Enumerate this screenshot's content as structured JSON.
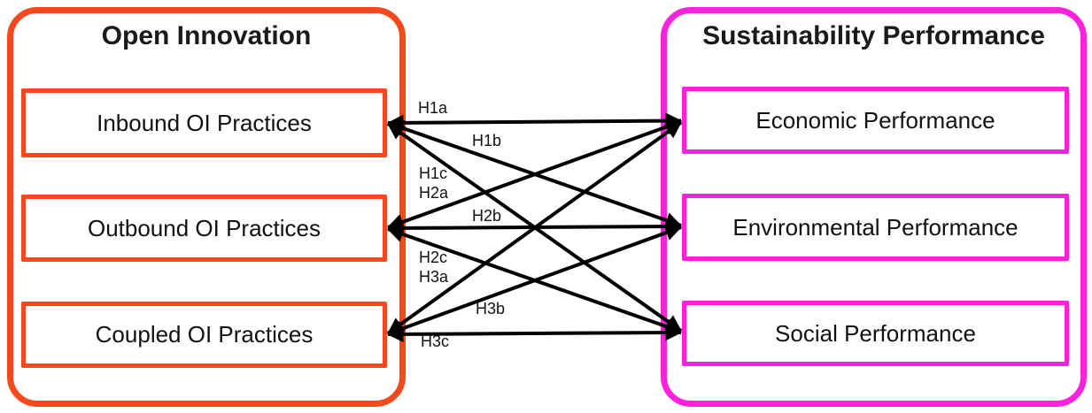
{
  "left_panel": {
    "title": "Open Innovation",
    "items": [
      {
        "label": "Inbound OI Practices"
      },
      {
        "label": "Outbound OI Practices"
      },
      {
        "label": "Coupled OI Practices"
      }
    ]
  },
  "right_panel": {
    "title": "Sustainability Performance",
    "items": [
      {
        "label": "Economic Performance"
      },
      {
        "label": "Environmental Performance"
      },
      {
        "label": "Social Performance"
      }
    ]
  },
  "hypotheses": [
    {
      "label": "H1a",
      "from": "Inbound OI Practices",
      "to": "Economic Performance"
    },
    {
      "label": "H1b",
      "from": "Inbound OI Practices",
      "to": "Environmental Performance"
    },
    {
      "label": "H1c",
      "from": "Inbound OI Practices",
      "to": "Social Performance"
    },
    {
      "label": "H2a",
      "from": "Outbound OI Practices",
      "to": "Economic Performance"
    },
    {
      "label": "H2b",
      "from": "Outbound OI Practices",
      "to": "Environmental Performance"
    },
    {
      "label": "H2c",
      "from": "Outbound OI Practices",
      "to": "Social Performance"
    },
    {
      "label": "H3a",
      "from": "Coupled OI Practices",
      "to": "Economic Performance"
    },
    {
      "label": "H3b",
      "from": "Coupled OI Practices",
      "to": "Environmental Performance"
    },
    {
      "label": "H3c",
      "from": "Coupled OI Practices",
      "to": "Social Performance"
    }
  ],
  "colors": {
    "left_panel_border": "#F4491D",
    "right_panel_border": "#FA22DC",
    "arrow": "#000000"
  }
}
